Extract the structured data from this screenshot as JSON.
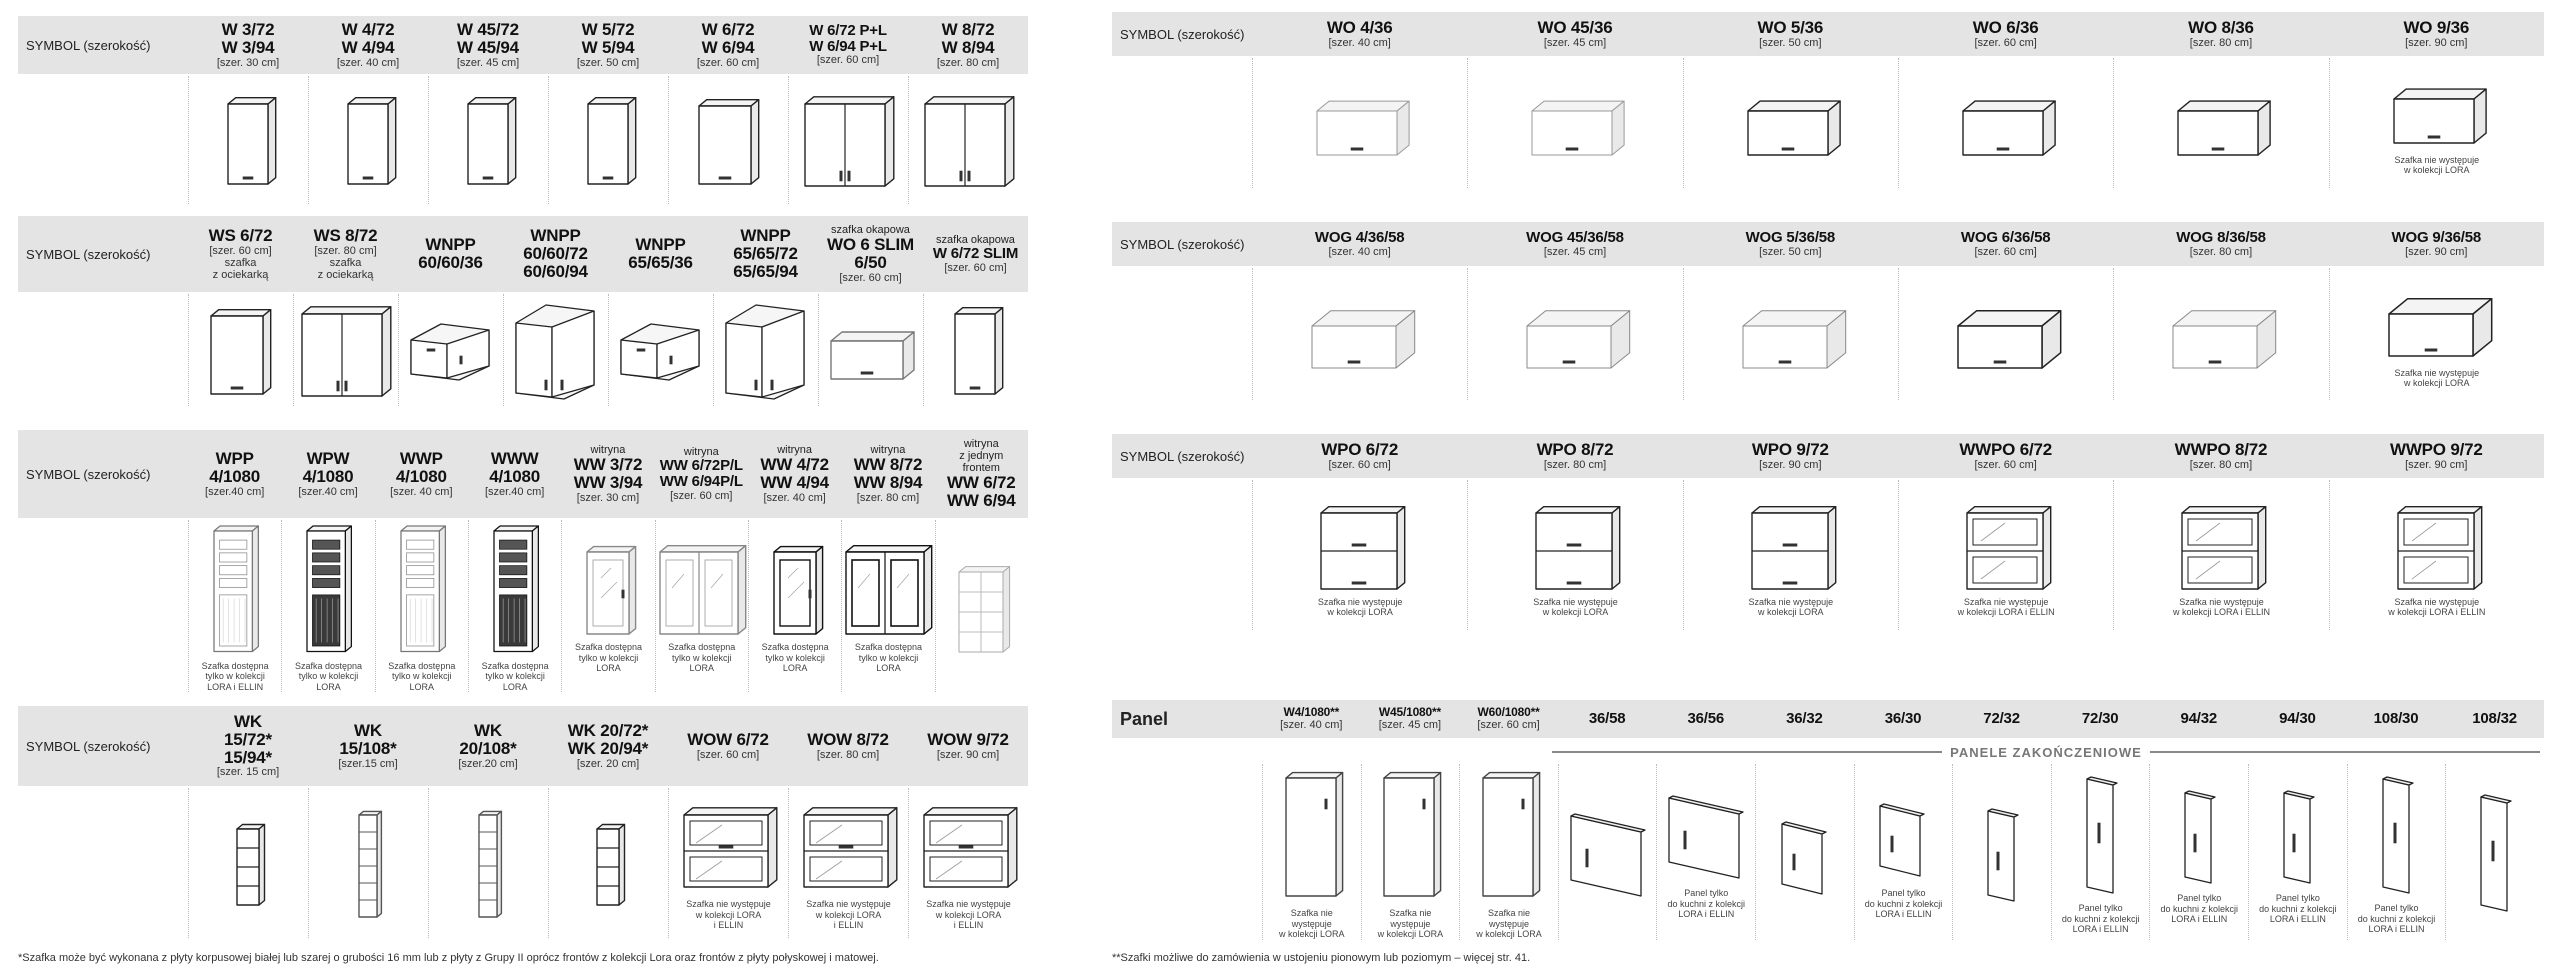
{
  "left": {
    "sections": [
      {
        "label": "SYMBOL (szerokość)",
        "items": [
          {
            "n1": "W 3/72",
            "n2": "W 3/94",
            "size": "[szer. 30 cm]",
            "pic": "cab1",
            "note": ""
          },
          {
            "n1": "W 4/72",
            "n2": "W 4/94",
            "size": "[szer. 40 cm]",
            "pic": "cab1",
            "note": ""
          },
          {
            "n1": "W 45/72",
            "n2": "W 45/94",
            "size": "[szer. 45 cm]",
            "pic": "cab1",
            "note": ""
          },
          {
            "n1": "W 5/72",
            "n2": "W 5/94",
            "size": "[szer. 50 cm]",
            "pic": "cab1",
            "note": ""
          },
          {
            "n1": "W 6/72",
            "n2": "W 6/94",
            "size": "[szer. 60 cm]",
            "pic": "cab1w",
            "note": ""
          },
          {
            "n1": "W 6/72 P+L",
            "n2": "W 6/94 P+L",
            "size": "[szer. 60 cm]",
            "pic": "cab2",
            "note": ""
          },
          {
            "n1": "W 8/72",
            "n2": "W 8/94",
            "size": "[szer. 80 cm]",
            "pic": "cab2",
            "note": ""
          }
        ]
      },
      {
        "label": "SYMBOL (szerokość)",
        "items": [
          {
            "top": "",
            "n1": "WS 6/72",
            "n2": "",
            "size": "[szer. 60 cm]",
            "extra": "szafka\nz ociekarką",
            "pic": "cab1w",
            "note": ""
          },
          {
            "top": "",
            "n1": "WS 8/72",
            "n2": "",
            "size": "[szer. 80 cm]",
            "extra": "szafka\nz ociekarką",
            "pic": "cab2",
            "note": ""
          },
          {
            "top": "",
            "n1": "WNPP",
            "n2": "60/60/36",
            "size": "",
            "pic": "corner",
            "note": ""
          },
          {
            "top": "",
            "n1": "WNPP",
            "n2": "60/60/72",
            "n3": "60/60/94",
            "size": "",
            "pic": "cornertall",
            "note": ""
          },
          {
            "top": "",
            "n1": "WNPP",
            "n2": "65/65/36",
            "size": "",
            "pic": "corner",
            "note": ""
          },
          {
            "top": "",
            "n1": "WNPP",
            "n2": "65/65/72",
            "n3": "65/65/94",
            "size": "",
            "pic": "cornertall",
            "note": ""
          },
          {
            "top": "szafka okapowa",
            "n1": "WO 6 SLIM",
            "n2": "6/50",
            "size": "[szer. 60 cm]",
            "pic": "hood",
            "note": ""
          },
          {
            "top": "szafka okapowa",
            "n1": "W 6/72 SLIM",
            "n2": "",
            "size": "[szer. 60 cm]",
            "pic": "cab1",
            "note": ""
          }
        ]
      },
      {
        "label": "SYMBOL (szerokość)",
        "items": [
          {
            "top": "",
            "n1": "WPP",
            "n2": "4/1080",
            "size": "[szer.40 cm]",
            "pic": "tall",
            "note": "Szafka dostępna\ntylko w kolekcji\nLORA i ELLIN"
          },
          {
            "top": "",
            "n1": "WPW",
            "n2": "4/1080",
            "size": "[szer.40 cm]",
            "pic": "talldark",
            "note": "Szafka dostępna\ntylko w kolekcji\nLORA"
          },
          {
            "top": "",
            "n1": "WWP",
            "n2": "4/1080",
            "size": "[szer. 40 cm]",
            "pic": "tall",
            "note": "Szafka dostępna\ntylko w kolekcji\nLORA"
          },
          {
            "top": "",
            "n1": "WWW",
            "n2": "4/1080",
            "size": "[szer.40 cm]",
            "pic": "talldark",
            "note": "Szafka dostępna\ntylko w kolekcji\nLORA"
          },
          {
            "top": "witryna",
            "n1": "WW 3/72",
            "n2": "WW 3/94",
            "size": "[szer. 30 cm]",
            "pic": "glass1",
            "note": "Szafka dostępna\ntylko w kolekcji\nLORA"
          },
          {
            "top": "witryna",
            "n1": "WW 6/72P/L",
            "n2": "WW 6/94P/L",
            "size": "[szer. 60 cm]",
            "pic": "glass2",
            "note": "Szafka dostępna\ntylko w kolekcji\nLORA"
          },
          {
            "top": "witryna",
            "n1": "WW 4/72",
            "n2": "WW 4/94",
            "size": "[szer. 40 cm]",
            "pic": "glass1d",
            "note": "Szafka dostępna\ntylko w kolekcji\nLORA"
          },
          {
            "top": "witryna",
            "n1": "WW 8/72",
            "n2": "WW 8/94",
            "size": "[szer. 80 cm]",
            "pic": "glass2d",
            "note": "Szafka dostępna\ntylko w kolekcji\nLORA"
          },
          {
            "top": "witryna\nz jednym\nfrontem",
            "n1": "WW 6/72",
            "n2": "WW 6/94",
            "size": "",
            "pic": "shelfopen",
            "note": ""
          }
        ]
      },
      {
        "label": "SYMBOL (szerokość)",
        "items": [
          {
            "n1": "WK",
            "n2": "15/72*",
            "n3": "15/94*",
            "size": "[szer. 15 cm]",
            "pic": "rack",
            "note": ""
          },
          {
            "n1": "WK",
            "n2": "15/108*",
            "size": "[szer.15 cm]",
            "pic": "racktall",
            "note": ""
          },
          {
            "n1": "WK",
            "n2": "20/108*",
            "size": "[szer.20 cm]",
            "pic": "racktall",
            "note": ""
          },
          {
            "n1": "WK 20/72*",
            "n2": "WK 20/94*",
            "size": "[szer. 20 cm]",
            "pic": "rack",
            "note": ""
          },
          {
            "n1": "WOW 6/72",
            "n2": "",
            "size": "[szer. 60 cm]",
            "pic": "wow",
            "note": "Szafka nie występuje\nw kolekcji LORA\ni ELLIN"
          },
          {
            "n1": "WOW 8/72",
            "n2": "",
            "size": "[szer. 80 cm]",
            "pic": "wow",
            "note": "Szafka nie występuje\nw kolekcji LORA\ni ELLIN"
          },
          {
            "n1": "WOW 9/72",
            "n2": "",
            "size": "[szer. 90 cm]",
            "pic": "wow",
            "note": "Szafka nie występuje\nw kolekcji LORA\ni ELLIN"
          }
        ]
      }
    ],
    "footnote": "*Szafka może być wykonana z płyty korpusowej białej lub szarej o grubości 16 mm lub z płyty z Grupy II oprócz frontów z kolekcji Lora oraz frontów z płyty połyskowej i matowej."
  },
  "right": {
    "sections": [
      {
        "label": "SYMBOL (szerokość)",
        "items": [
          {
            "n1": "WO 4/36",
            "size": "[szer. 40 cm]",
            "pic": "flatlight",
            "note": ""
          },
          {
            "n1": "WO 45/36",
            "size": "[szer. 45 cm]",
            "pic": "flatlight",
            "note": ""
          },
          {
            "n1": "WO 5/36",
            "size": "[szer. 50 cm]",
            "pic": "flat",
            "note": ""
          },
          {
            "n1": "WO 6/36",
            "size": "[szer. 60 cm]",
            "pic": "flat",
            "note": ""
          },
          {
            "n1": "WO 8/36",
            "size": "[szer. 80 cm]",
            "pic": "flat",
            "note": ""
          },
          {
            "n1": "WO 9/36",
            "size": "[szer. 90 cm]",
            "pic": "flat",
            "note": "Szafka nie występuje\nw kolekcji LORA"
          }
        ]
      },
      {
        "label": "SYMBOL (szerokość)",
        "items": [
          {
            "n1": "WOG 4/36/58",
            "size": "[szer. 40 cm]",
            "pic": "deeplight",
            "note": ""
          },
          {
            "n1": "WOG 45/36/58",
            "size": "[szer. 45 cm]",
            "pic": "deeplight",
            "note": ""
          },
          {
            "n1": "WOG 5/36/58",
            "size": "[szer. 50 cm]",
            "pic": "deeplight",
            "note": ""
          },
          {
            "n1": "WOG 6/36/58",
            "size": "[szer. 60 cm]",
            "pic": "deep",
            "note": ""
          },
          {
            "n1": "WOG 8/36/58",
            "size": "[szer. 80 cm]",
            "pic": "deeplight",
            "note": ""
          },
          {
            "n1": "WOG 9/36/58",
            "size": "[szer. 90 cm]",
            "pic": "deep",
            "note": "Szafka nie występuje\nw kolekcji LORA"
          }
        ]
      },
      {
        "label": "SYMBOL (szerokość)",
        "items": [
          {
            "n1": "WPO 6/72",
            "size": "[szer. 60 cm]",
            "pic": "twoflap",
            "note": "Szafka nie występuje\nw kolekcji LORA"
          },
          {
            "n1": "WPO 8/72",
            "size": "[szer. 80 cm]",
            "pic": "twoflap",
            "note": "Szafka nie występuje\nw kolekcji LORA"
          },
          {
            "n1": "WPO 9/72",
            "size": "[szer. 90 cm]",
            "pic": "twoflap",
            "note": "Szafka nie występuje\nw kolekcji LORA"
          },
          {
            "n1": "WWPO 6/72",
            "size": "[szer. 60 cm]",
            "pic": "twoflapglass",
            "note": "Szafka nie występuje\nw kolekcji LORA i ELLIN"
          },
          {
            "n1": "WWPO 8/72",
            "size": "[szer. 80 cm]",
            "pic": "twoflapglass",
            "note": "Szafka nie występuje\nw kolekcji LORA i ELLIN"
          },
          {
            "n1": "WWPO 9/72",
            "size": "[szer. 90 cm]",
            "pic": "twoflapglass",
            "note": "Szafka nie występuje\nw kolekcji LORA i ELLIN"
          }
        ]
      }
    ],
    "panel": {
      "label": "Panel",
      "items": [
        {
          "n1": "W4/1080**",
          "size": "[szer. 40 cm]",
          "small": true,
          "pic": "tallplain",
          "note": "Szafka nie\nwystępuje\nw kolekcji LORA"
        },
        {
          "n1": "W45/1080**",
          "size": "[szer. 45 cm]",
          "small": true,
          "pic": "tallplain",
          "note": "Szafka nie\nwystępuje\nw kolekcji LORA"
        },
        {
          "n1": "W60/1080**",
          "size": "[szer. 60 cm]",
          "small": true,
          "pic": "tallplain",
          "note": "Szafka nie\nwystępuje\nw kolekcji LORA"
        },
        {
          "n1": "36/58",
          "size": "",
          "pic": "pnl_wide",
          "note": ""
        },
        {
          "n1": "36/56",
          "size": "",
          "pic": "pnl_wide",
          "note": "Panel tylko\ndo kuchni z kolekcji\nLORA i ELLIN"
        },
        {
          "n1": "36/32",
          "size": "",
          "pic": "pnl_sq",
          "note": ""
        },
        {
          "n1": "36/30",
          "size": "",
          "pic": "pnl_sq",
          "note": "Panel tylko\ndo kuchni z kolekcji\nLORA i ELLIN"
        },
        {
          "n1": "72/32",
          "size": "",
          "pic": "pnl_tall",
          "note": ""
        },
        {
          "n1": "72/30",
          "size": "",
          "pic": "pnl_taller",
          "note": "Panel tylko\ndo kuchni z kolekcji\nLORA i ELLIN"
        },
        {
          "n1": "94/32",
          "size": "",
          "pic": "pnl_tall",
          "note": "Panel tylko\ndo kuchni z kolekcji\nLORA i ELLIN"
        },
        {
          "n1": "94/30",
          "size": "",
          "pic": "pnl_tall",
          "note": "Panel tylko\ndo kuchni z kolekcji\nLORA i ELLIN"
        },
        {
          "n1": "108/30",
          "size": "",
          "pic": "pnl_taller",
          "note": "Panel tylko\ndo kuchni z kolekcji\nLORA i ELLIN"
        },
        {
          "n1": "108/32",
          "size": "",
          "pic": "pnl_taller",
          "note": ""
        }
      ],
      "bracket_label": "PANELE ZAKOŃCZENIOWE"
    },
    "footnote": "**Szafki możliwe do zamówienia w ustojeniu pionowym lub poziomym – więcej str. 41."
  }
}
